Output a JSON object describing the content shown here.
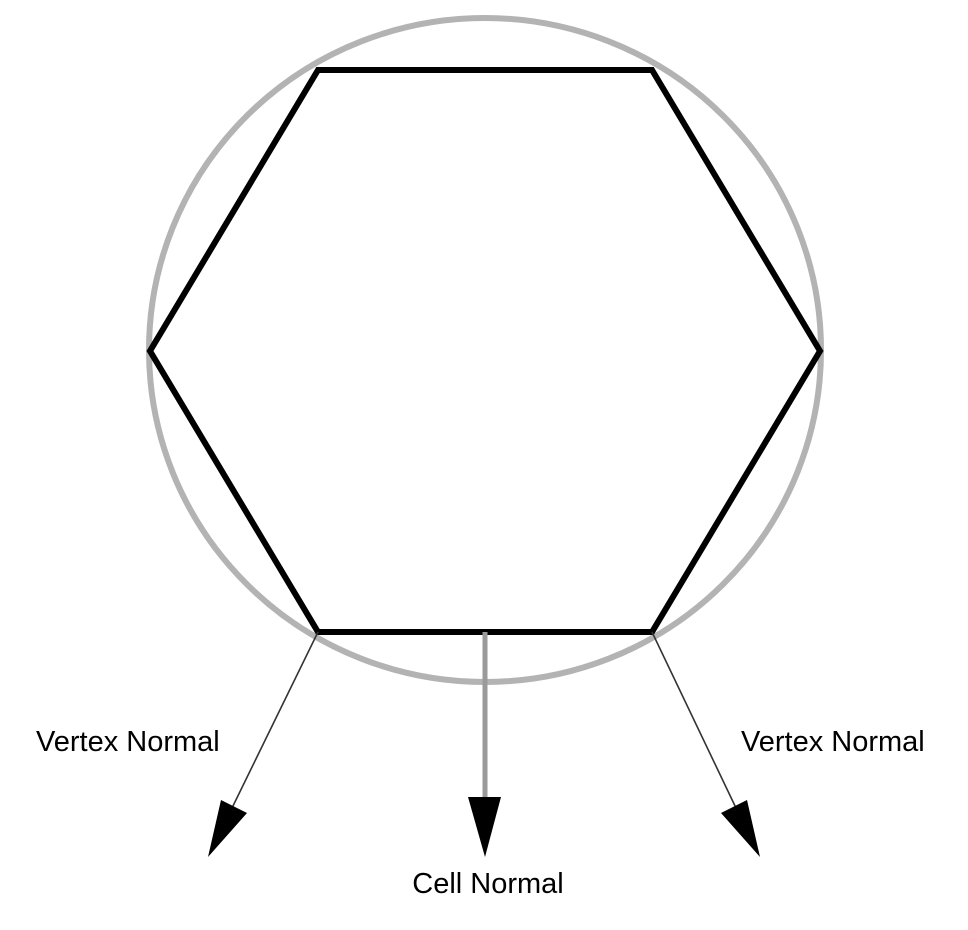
{
  "labels": {
    "left_vertex_normal": "Vertex Normal",
    "right_vertex_normal": "Vertex Normal",
    "cell_normal": "Cell Normal"
  },
  "colors": {
    "hexagon": "#000000",
    "circle": "#b3b3b3",
    "cell_normal": "#9a9a9a",
    "vertex_normal": "#333333",
    "arrowhead": "#000000",
    "background": "#ffffff"
  }
}
